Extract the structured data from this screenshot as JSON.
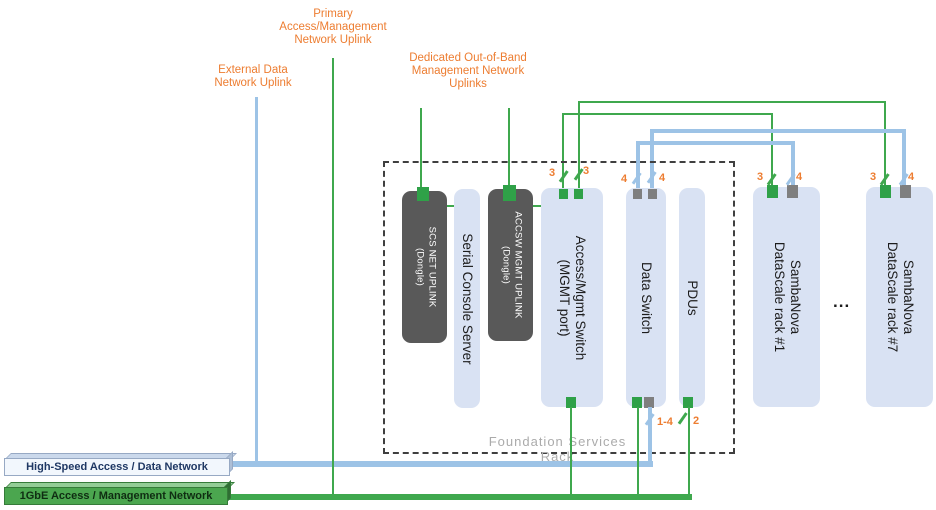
{
  "uplinks": {
    "primary_label": "Primary\nAccess/Management\nNetwork Uplink",
    "external_label": "External Data\nNetwork Uplink",
    "oob_label": "Dedicated Out-of-Band\nManagement Network\nUplinks"
  },
  "rack": {
    "label": "Foundation Services Rack",
    "components": {
      "scs_dongle": "SCS NET UPLINK\n(Dongle)",
      "serial_console": "Serial Console Server",
      "accsw_dongle": "ACCSW MGMT UPLINK\n(Dongle)",
      "access_switch": "Access/Mgmt Switch\n(MGMT port)",
      "data_switch": "Data Switch",
      "pdus": "PDUs"
    }
  },
  "external_racks": {
    "rack1": "SambaNova\nDataScale rack #1",
    "rack7": "SambaNova\nDataScale rack #7",
    "ellipsis": "..."
  },
  "cable_counts": {
    "access_left": "3",
    "access_right": "3",
    "data_left": "4",
    "data_right": "4",
    "rack1_mgmt": "3",
    "rack1_data": "4",
    "rack7_mgmt": "3",
    "rack7_data": "4",
    "data_bottom": "1-4",
    "pdu_bottom": "2"
  },
  "buses": {
    "data": "High-Speed Access / Data Network",
    "mgmt": "1GbE Access / Management  Network"
  },
  "colors": {
    "orange_label": "#ED7D31",
    "green_link": "#3FA84E",
    "blue_link": "#9DC3E6",
    "component_fill": "#D9E2F3",
    "dongle_fill": "#595959",
    "grey_port": "#7F7F7F",
    "mgmt_bar_green": "#4BA64F",
    "rack_label_grey": "#ABABAB"
  }
}
